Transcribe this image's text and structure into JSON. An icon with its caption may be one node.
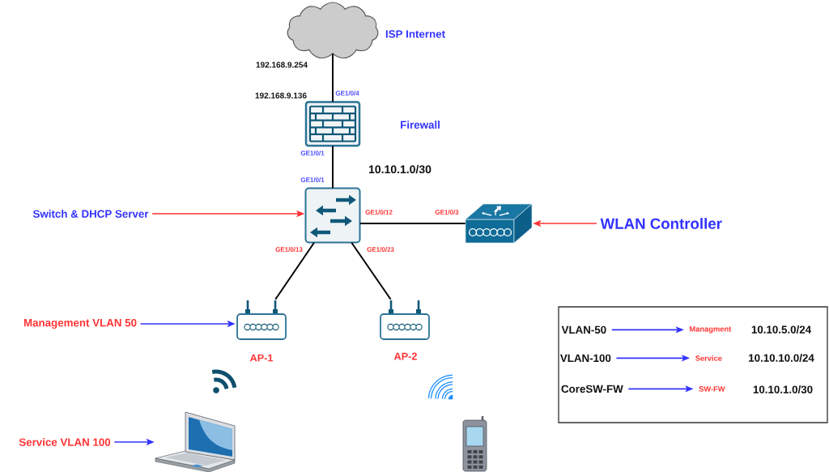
{
  "diagram": {
    "nodes": [
      {
        "text": [],
        "shape": "cloud",
        "beside": [
          "ISP Internet"
        ]
      },
      {
        "text": [],
        "shape": "picture",
        "beside": [
          "Firewall"
        ]
      },
      {
        "text": [
          "Switch & DHCP Server"
        ]
      },
      {
        "text": [],
        "shape": "picture"
      },
      {
        "text": [],
        "shape": "picture"
      },
      {
        "text": [
          "WLAN Controller"
        ]
      },
      {
        "text": [],
        "shape": "box"
      },
      {
        "text": [
          "VLAN-50"
        ],
        "in": 6
      },
      {
        "text": [
          "Managment"
        ],
        "in": 6
      },
      {
        "text": [
          "VLAN-100"
        ],
        "in": 6
      },
      {
        "text": [
          "Service"
        ],
        "in": 6
      },
      {
        "text": [
          "CoreSW-FW"
        ],
        "in": 6
      },
      {
        "text": [
          "SW-FW"
        ],
        "in": 6
      },
      {
        "text": [
          "Management VLAN 50"
        ]
      },
      {
        "text": [],
        "shape": "picture",
        "beside": [
          "AP-1"
        ]
      },
      {
        "text": [],
        "shape": "picture",
        "beside": [
          "AP-2"
        ]
      },
      {
        "text": [
          "Service VLAN 100"
        ]
      },
      {
        "text": [],
        "shape": "picture"
      },
      {
        "text": [],
        "shape": "picture"
      }
    ],
    "edges": [
      {
        "from": 0,
        "to": 1,
        "arrow": "none"
      },
      {
        "from": 1,
        "to": 3,
        "arrow": "none"
      },
      {
        "from": 3,
        "to": 4,
        "arrow": "none"
      },
      {
        "from": 3,
        "to": 14,
        "arrow": "none"
      },
      {
        "from": 3,
        "to": 15,
        "arrow": "none"
      },
      {
        "from": 2,
        "to": 3,
        "arrow": "to",
        "color": "#ff3333"
      },
      {
        "from": 5,
        "to": 4,
        "arrow": "to",
        "color": "#ff3333"
      },
      {
        "from": 13,
        "to": 14,
        "arrow": "to",
        "color": "#3333ff"
      },
      {
        "from": 16,
        "to": 17,
        "arrow": "to",
        "color": "#3333ff"
      },
      {
        "from": 7,
        "to": 8,
        "arrow": "to",
        "color": "#3333ff"
      },
      {
        "from": 9,
        "to": 10,
        "arrow": "to",
        "color": "#3333ff"
      },
      {
        "from": 11,
        "to": 12,
        "arrow": "to",
        "color": "#3333ff"
      }
    ],
    "labels": [
      "192.168.9.254",
      "192.168.9.136",
      "GE1/0/4",
      "GE1/0/1",
      "10.10.1.0/30",
      "GE1/0/1",
      "GE1/0/12",
      "GE1/0/3",
      "GE1/0/13",
      "GE1/0/23",
      "10.10.5.0/24",
      "10.10.10.0/24",
      "10.10.1.0/30"
    ]
  }
}
